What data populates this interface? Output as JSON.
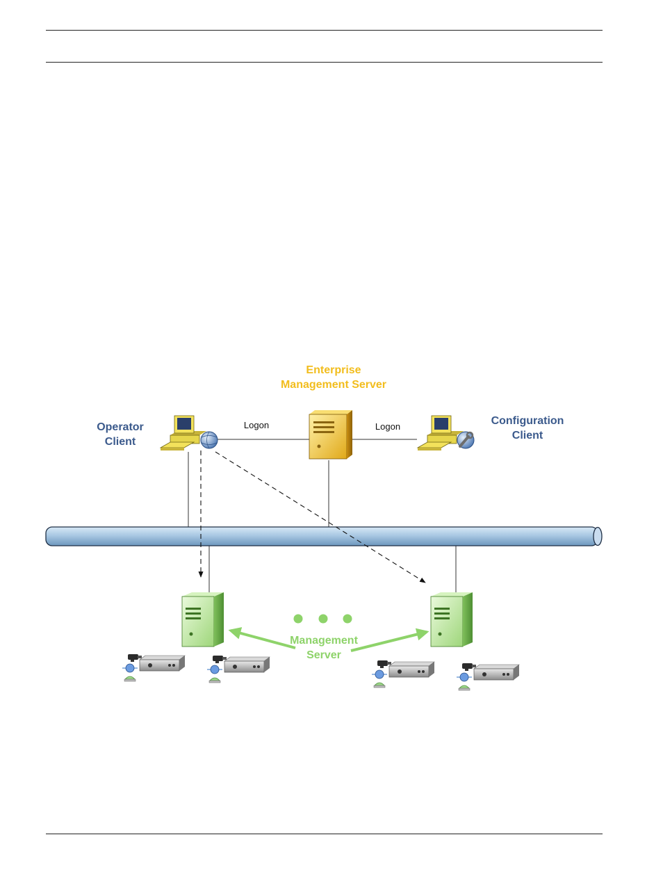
{
  "enterprise_server": {
    "line1": "Enterprise",
    "line2": "Management Server"
  },
  "operator_client": {
    "line1": "Operator",
    "line2": "Client"
  },
  "configuration_client": {
    "line1": "Configuration",
    "line2": "Client"
  },
  "logon_left": "Logon",
  "logon_right": "Logon",
  "management_server": {
    "line1": "Management",
    "line2": "Server"
  },
  "colors": {
    "blue_label": "#3b5a8c",
    "enterprise_label": "#f2bd1d",
    "management_label": "#8ed36a",
    "network_pipe": "#a9c8e3"
  },
  "icons": [
    "pc-icon",
    "globe-icon",
    "server-icon",
    "wrench-icon",
    "camera-icon",
    "encoder-icon",
    "dome-sensor-icon"
  ]
}
